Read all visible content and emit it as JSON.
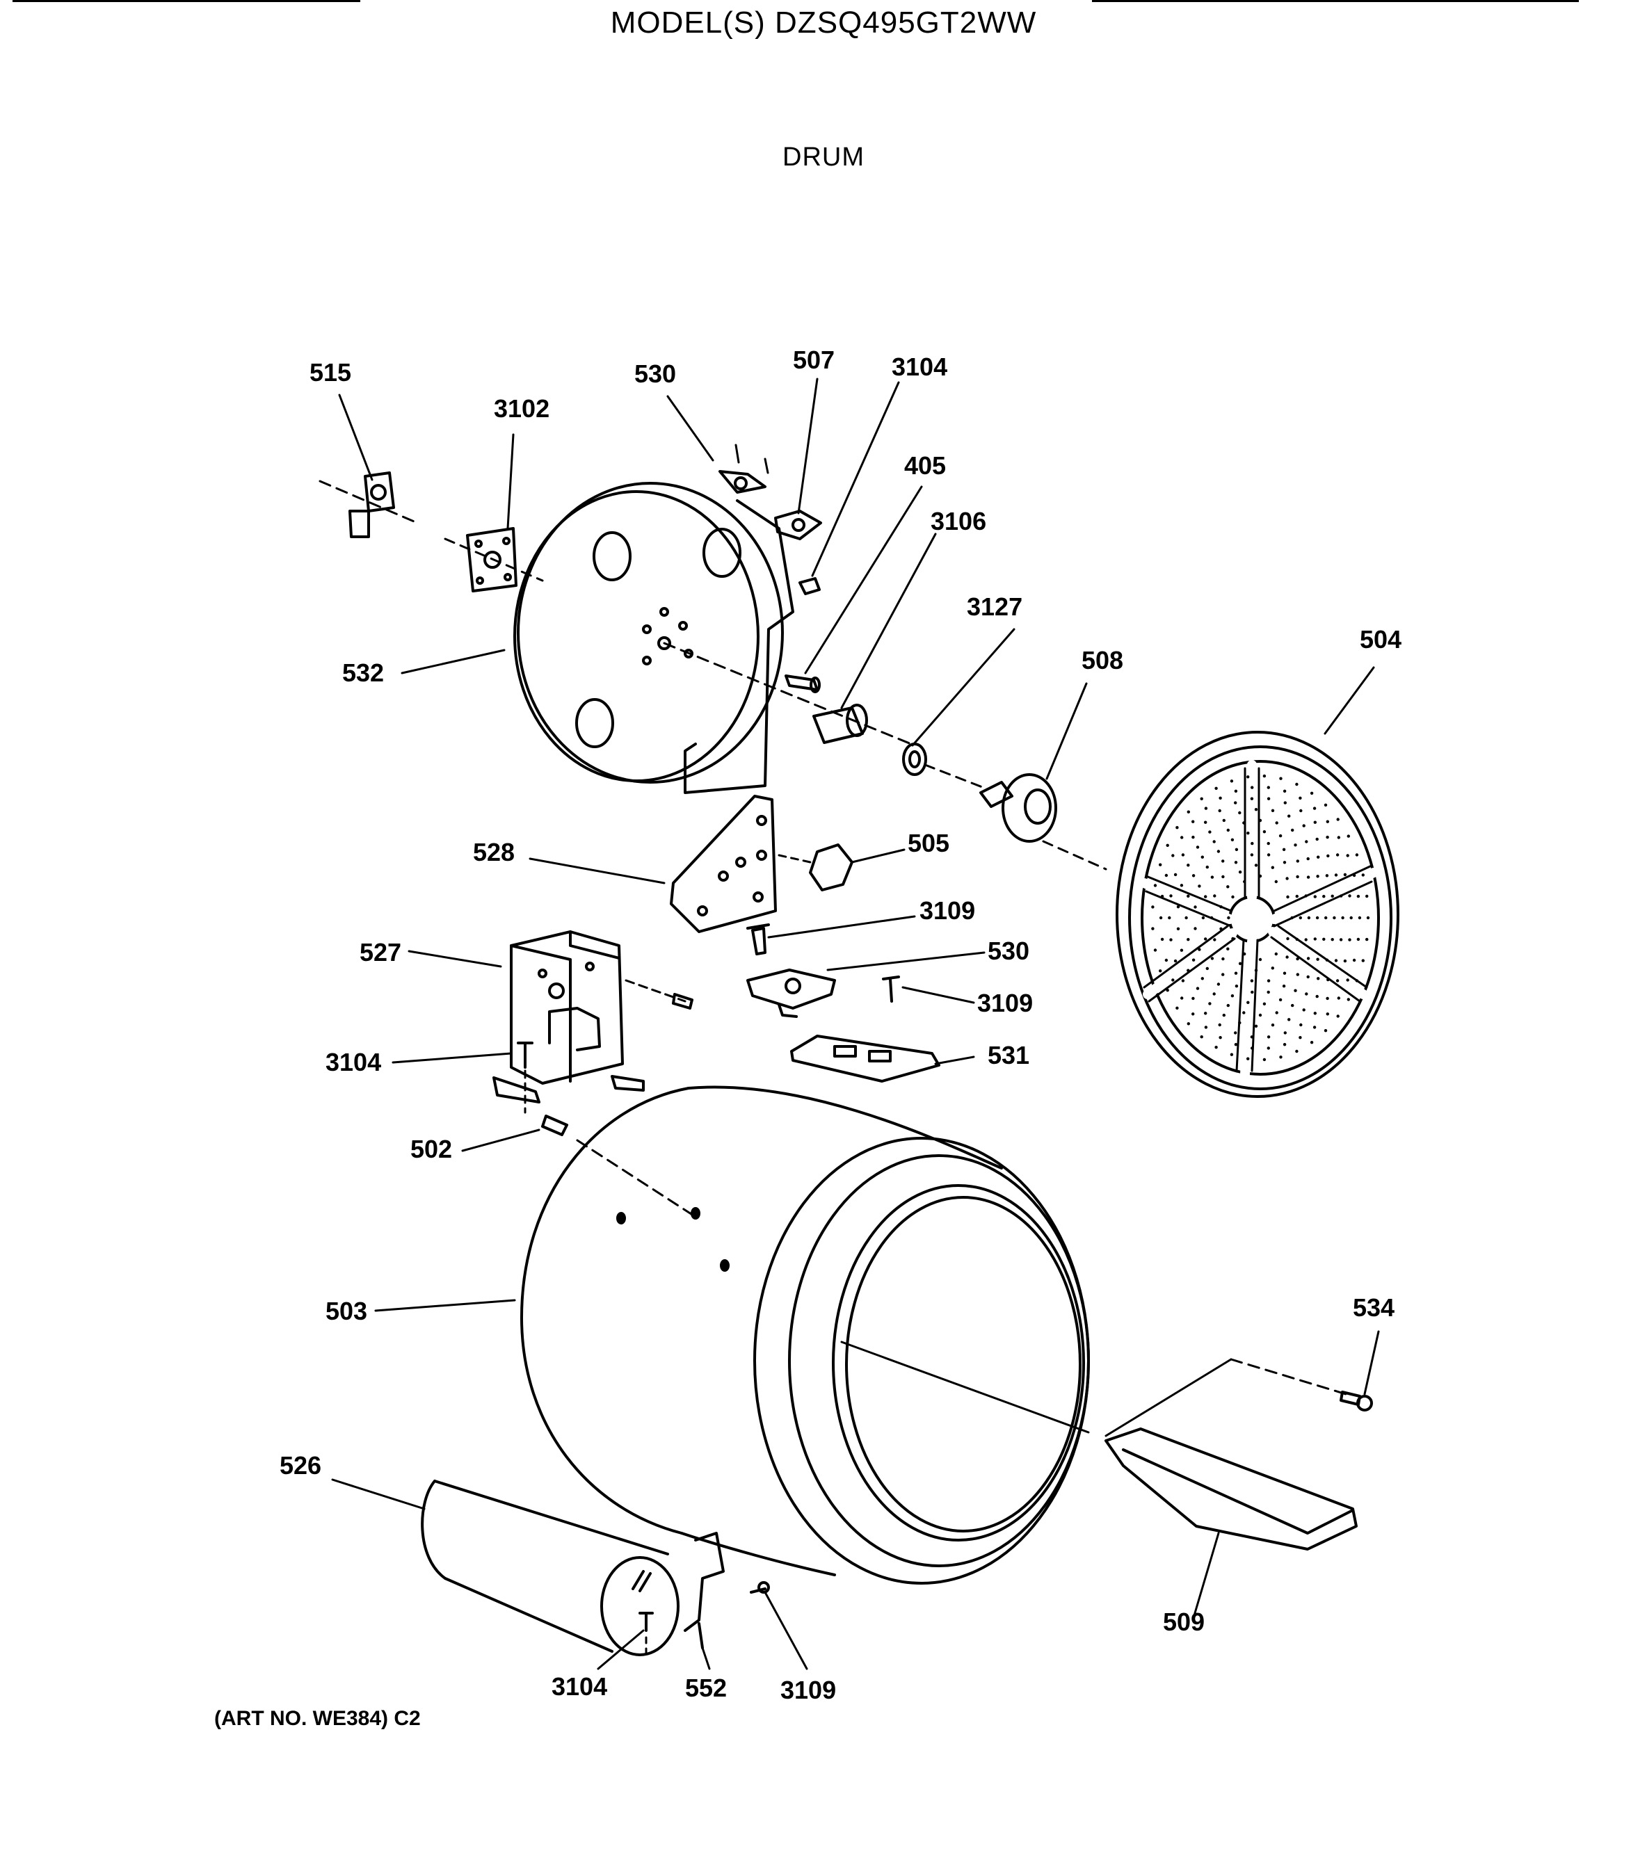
{
  "header": {
    "title": "MODEL(S) DZSQ495GT2WW",
    "subtitle": "DRUM"
  },
  "parts": [
    "515",
    "3102",
    "530",
    "507",
    "3104",
    "405",
    "3106",
    "3127",
    "508",
    "504",
    "532",
    "528",
    "505",
    "3109",
    "527",
    "530",
    "3109",
    "3104",
    "531",
    "502",
    "503",
    "534",
    "526",
    "509",
    "3104",
    "552",
    "3109"
  ],
  "footer": {
    "art_number": "(ART NO. WE384) C2"
  }
}
